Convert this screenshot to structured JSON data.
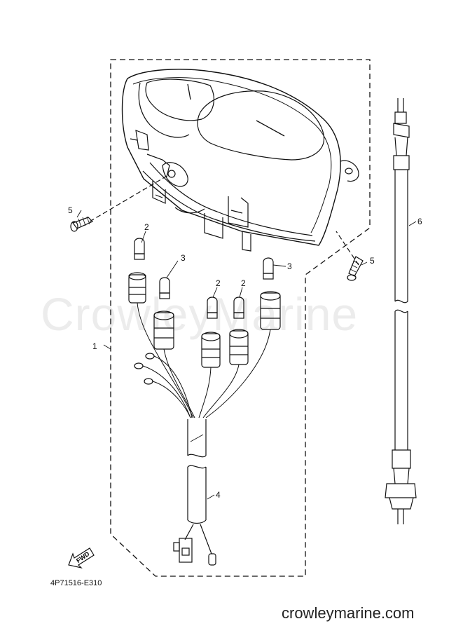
{
  "watermark": "CrowleyMarine",
  "callouts": {
    "c1": "1",
    "c2a": "2",
    "c2b": "2",
    "c2c": "2",
    "c3a": "3",
    "c3b": "3",
    "c4": "4",
    "c5a": "5",
    "c5b": "5",
    "c6": "6"
  },
  "fwd_label": "FWD",
  "part_code": "4P71516-E310",
  "site_name": "crowleymarine.com"
}
